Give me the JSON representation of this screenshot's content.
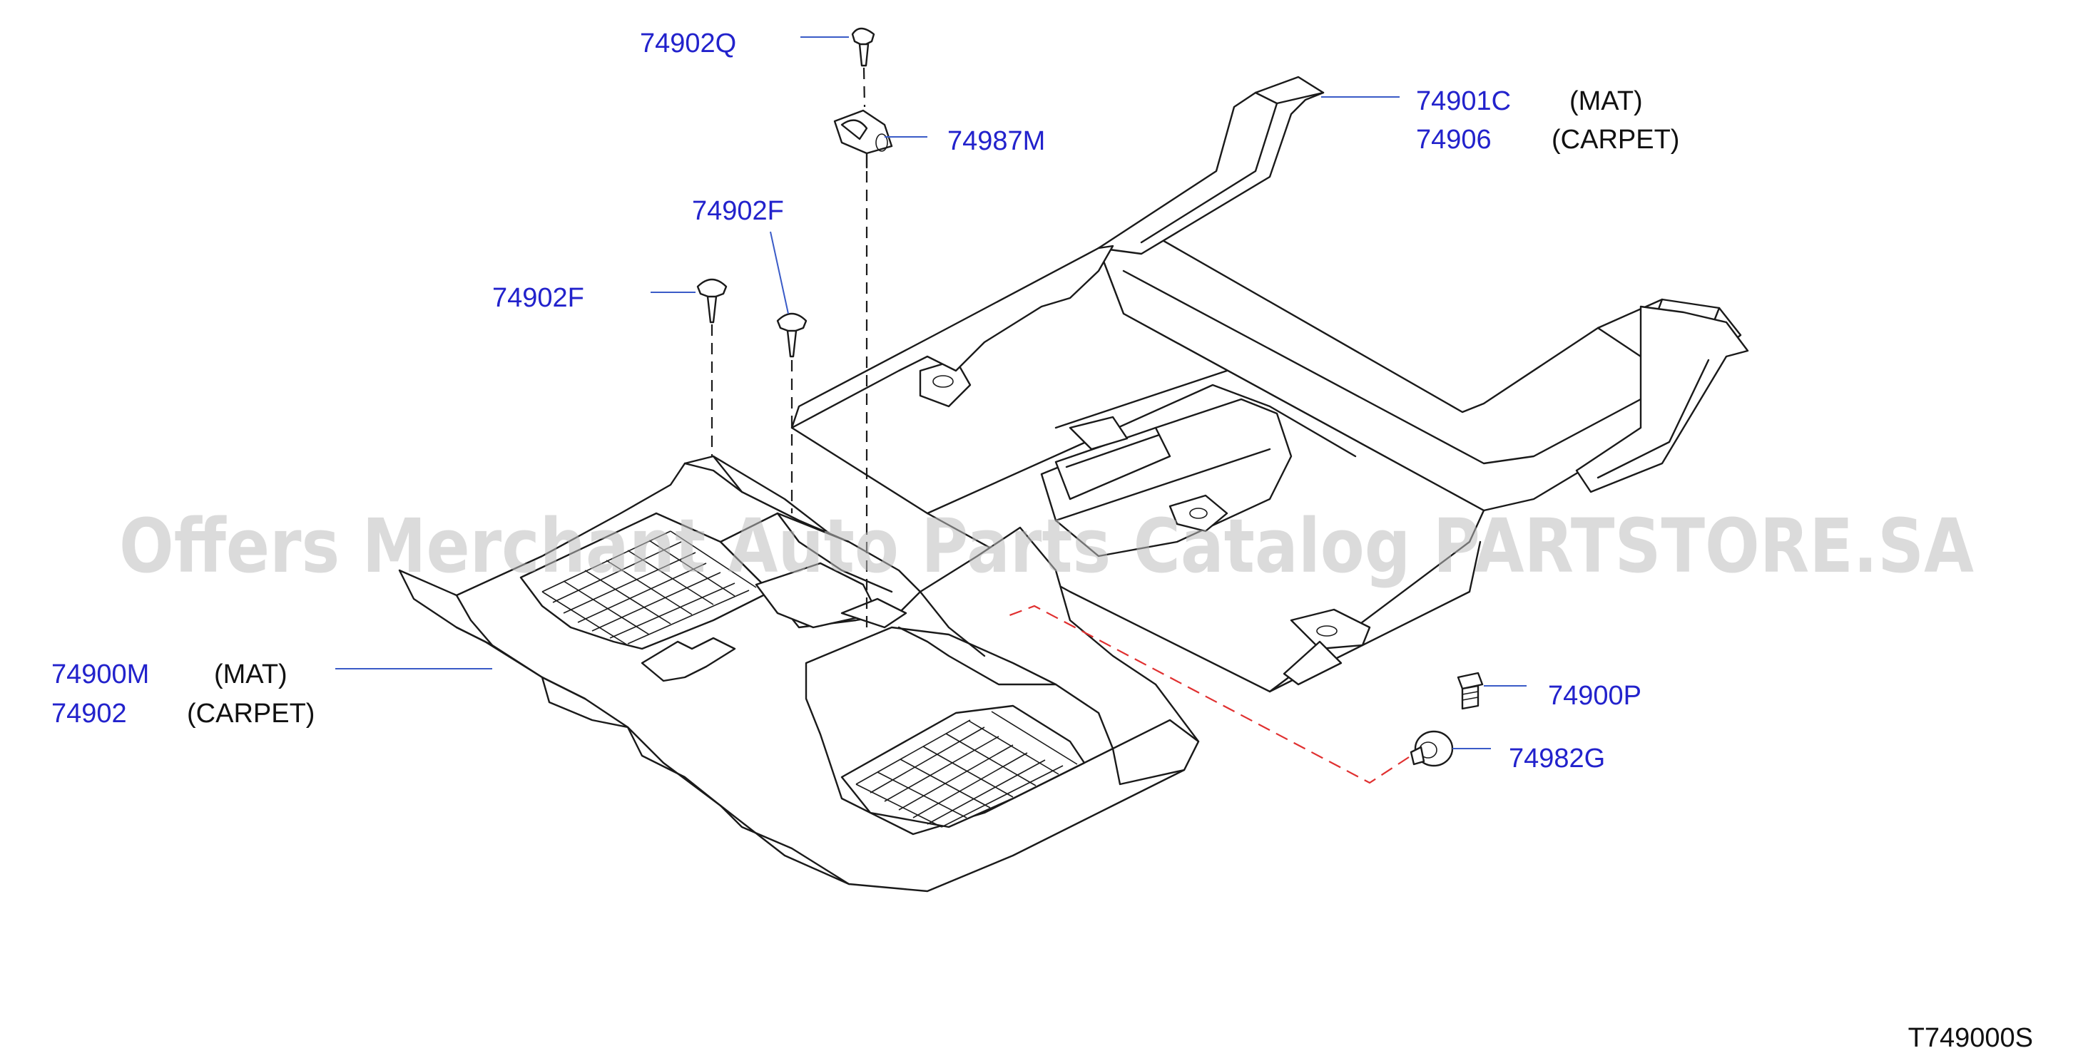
{
  "callouts": [
    {
      "id": "c-74902q",
      "part_number": "74902Q",
      "description": ""
    },
    {
      "id": "c-74987m",
      "part_number": "74987M",
      "description": ""
    },
    {
      "id": "c-74902f-top",
      "part_number": "74902F",
      "description": ""
    },
    {
      "id": "c-74902f-left",
      "part_number": "74902F",
      "description": ""
    },
    {
      "id": "c-74901c",
      "part_number": "74901C",
      "description": "(MAT)"
    },
    {
      "id": "c-74906",
      "part_number": "74906",
      "description": "(CARPET)"
    },
    {
      "id": "c-74900m",
      "part_number": "74900M",
      "description": "(MAT)"
    },
    {
      "id": "c-74902",
      "part_number": "74902",
      "description": "(CARPET)"
    },
    {
      "id": "c-74900p",
      "part_number": "74900P",
      "description": ""
    },
    {
      "id": "c-74982g",
      "part_number": "74982G",
      "description": ""
    }
  ],
  "diagram_code": "T749000S",
  "watermark": "Offers Merchant Auto Parts Catalog PARTSTORE.SA",
  "colors": {
    "part_number": "#2222cc",
    "leader_line": "#3a5bc7",
    "linework": "#1a1a1a",
    "dashed_red": "#e03030",
    "watermark": "#bdbdbd"
  }
}
